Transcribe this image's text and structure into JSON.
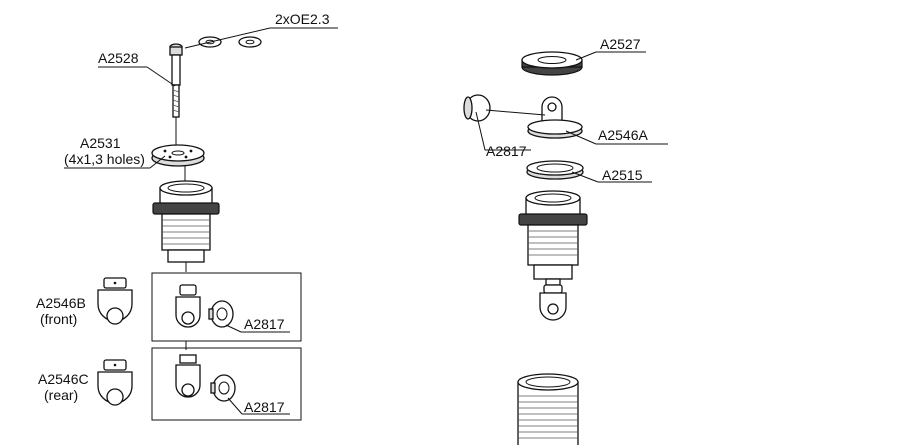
{
  "labels": {
    "clip_count": "2xOE2.3",
    "pin": "A2528",
    "washer": "A2531",
    "washer_note": "(4x1,3 holes)",
    "eyelet_front": "A2546B",
    "eyelet_front_note": "(front)",
    "ball_upper": "A2817",
    "eyelet_rear": "A2546C",
    "eyelet_rear_note": "(rear)",
    "ball_lower": "A2817",
    "nut": "A2527",
    "ball_right": "A2817",
    "top_mount": "A2546A",
    "spacer": "A2515"
  }
}
